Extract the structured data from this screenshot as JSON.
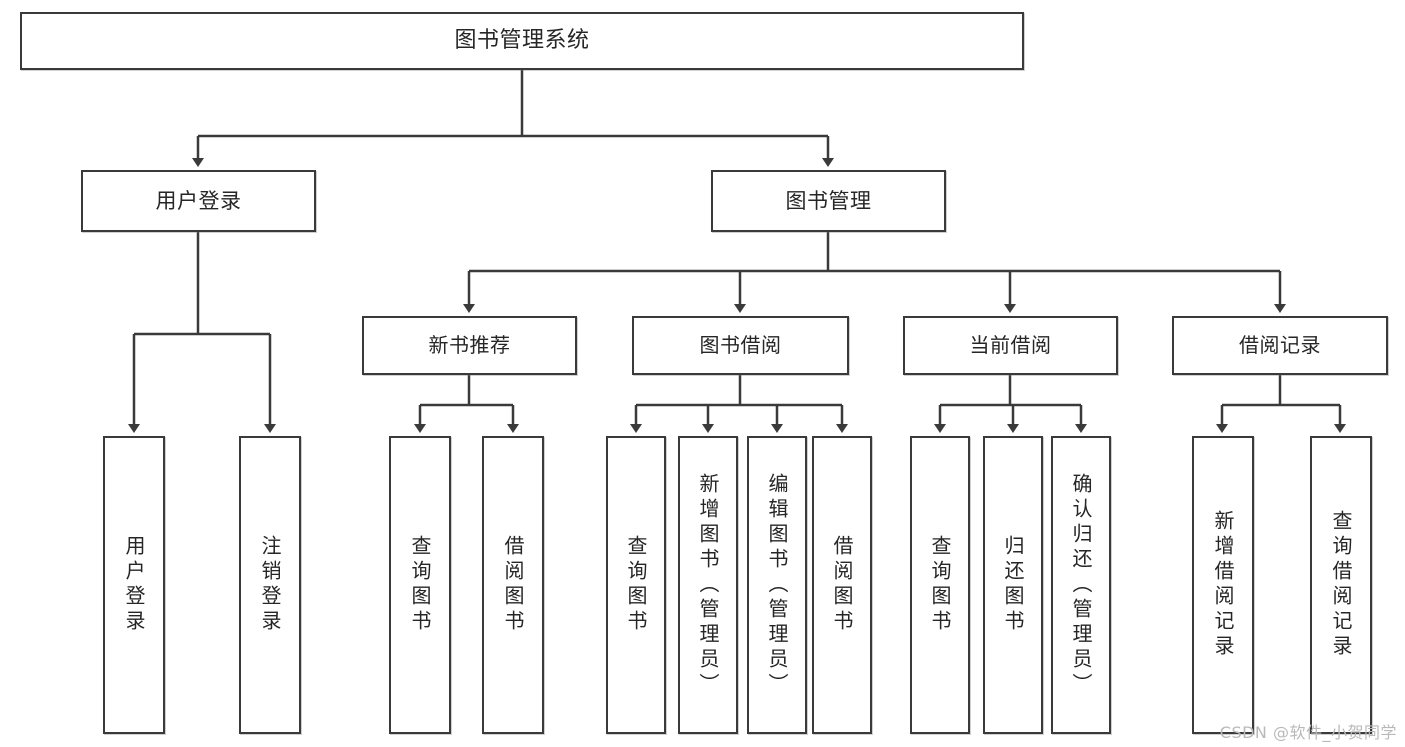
{
  "diagram": {
    "title": "图书管理系统",
    "watermark": "CSDN @软件_小贺同学",
    "colors": {
      "background": "#ffffff",
      "border": "#3a3a3a",
      "line": "#3a3a3a",
      "text": "#262626",
      "watermark": "#b9b9b9"
    },
    "root": {
      "id": "root",
      "label": "图书管理系统"
    },
    "level2": [
      {
        "id": "user-login",
        "label": "用户登录"
      },
      {
        "id": "book-manage",
        "label": "图书管理"
      }
    ],
    "level3": [
      {
        "id": "new-book-recommend",
        "label": "新书推荐"
      },
      {
        "id": "book-borrow",
        "label": "图书借阅"
      },
      {
        "id": "current-borrow",
        "label": "当前借阅"
      },
      {
        "id": "borrow-record",
        "label": "借阅记录"
      }
    ],
    "leaves": [
      {
        "id": "leaf-user-login",
        "label": "用户登录",
        "parent": "user-login"
      },
      {
        "id": "leaf-user-logout",
        "label": "注销登录",
        "parent": "user-login"
      },
      {
        "id": "leaf-query-book-1",
        "label": "查询图书",
        "parent": "new-book-recommend"
      },
      {
        "id": "leaf-borrow-book-1",
        "label": "借阅图书",
        "parent": "new-book-recommend"
      },
      {
        "id": "leaf-query-book-2",
        "label": "查询图书",
        "parent": "book-borrow"
      },
      {
        "id": "leaf-add-book",
        "label": "新增图书（管理员）",
        "parent": "book-borrow"
      },
      {
        "id": "leaf-edit-book",
        "label": "编辑图书（管理员）",
        "parent": "book-borrow"
      },
      {
        "id": "leaf-borrow-book-2",
        "label": "借阅图书",
        "parent": "book-borrow"
      },
      {
        "id": "leaf-query-book-3",
        "label": "查询图书",
        "parent": "current-borrow"
      },
      {
        "id": "leaf-return-book",
        "label": "归还图书",
        "parent": "current-borrow"
      },
      {
        "id": "leaf-confirm-return",
        "label": "确认归还（管理员）",
        "parent": "current-borrow"
      },
      {
        "id": "leaf-add-record",
        "label": "新增借阅记录",
        "parent": "borrow-record"
      },
      {
        "id": "leaf-query-record",
        "label": "查询借阅记录",
        "parent": "borrow-record"
      }
    ]
  }
}
